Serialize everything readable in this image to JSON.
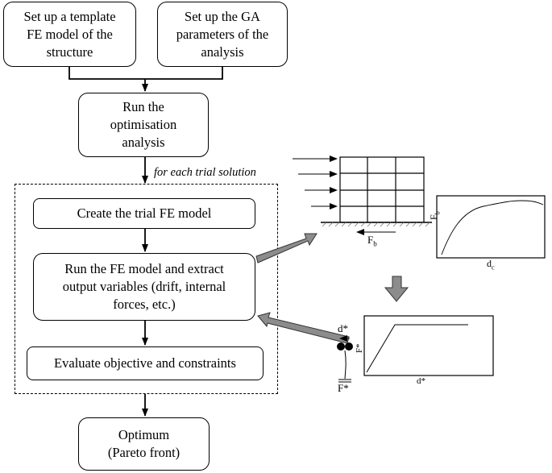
{
  "boxes": {
    "template_fe": "Set up a template\nFE model of the\nstructure",
    "ga_params": "Set up the GA\nparameters of the\nanalysis",
    "run_opt": "Run the\noptimisation\nanalysis",
    "create_trial": "Create the trial FE model",
    "run_fe": "Run the FE model and extract\noutput variables (drift, internal\nforces, etc.)",
    "evaluate": "Evaluate objective and constraints",
    "optimum": "Optimum\n(Pareto front)"
  },
  "loop_label": "for each trial solution",
  "pushover": {
    "base_shear_label": "F",
    "base_shear_sub": "b",
    "y_axis": "F",
    "y_axis_sub": "b",
    "x_axis": "d",
    "x_axis_sub": "c"
  },
  "sdof": {
    "disp_label": "d*",
    "force_label": "F*",
    "y_axis": "F*",
    "x_axis": "d*"
  },
  "colors": {
    "arrow_fill": "#8c8c8c",
    "line": "#000000"
  }
}
